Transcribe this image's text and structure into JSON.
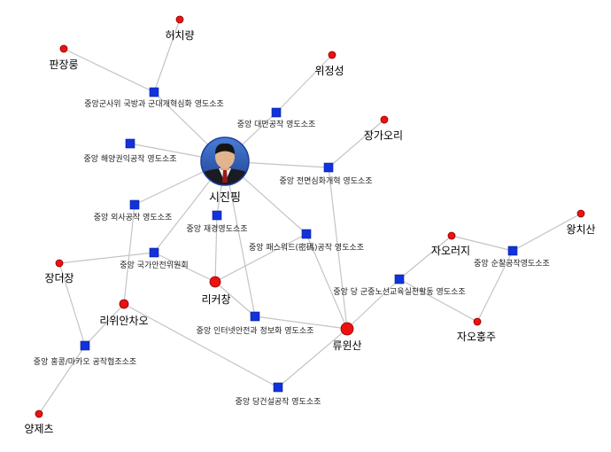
{
  "center": {
    "label": "시진핑",
    "portrait_icon": "portrait-photo-icon"
  },
  "colors": {
    "person": "#ee1111",
    "group": "#1133dd",
    "edge": "#c4c4c4",
    "portrait_ring": "#1f3f9f"
  },
  "people": [
    {
      "id": "hcl",
      "label": "허치량"
    },
    {
      "id": "pjl",
      "label": "판장룽"
    },
    {
      "id": "wjs",
      "label": "위정성"
    },
    {
      "id": "jgr",
      "label": "장가오리"
    },
    {
      "id": "wqs",
      "label": "왕치산"
    },
    {
      "id": "zlj",
      "label": "자오러지"
    },
    {
      "id": "jdj",
      "label": "장더장"
    },
    {
      "id": "lkq",
      "label": "리커창"
    },
    {
      "id": "lzs",
      "label": "리위안차오"
    },
    {
      "id": "lys",
      "label": "류윈산"
    },
    {
      "id": "zhz",
      "label": "자오훙주"
    },
    {
      "id": "yjc",
      "label": "양제츠"
    }
  ],
  "groups": [
    {
      "id": "g_mil",
      "label": "중앙군사위 국방과 군대개혁심화 영도소조"
    },
    {
      "id": "g_tw",
      "label": "중앙 대만공작 영도소조"
    },
    {
      "id": "g_sea",
      "label": "중앙 해양권익공작 영도소조"
    },
    {
      "id": "g_ref",
      "label": "중앙 전면심화개혁 영도소조"
    },
    {
      "id": "g_fa",
      "label": "중앙 외사공작 영도소조"
    },
    {
      "id": "g_fin",
      "label": "중앙 재경영도소조"
    },
    {
      "id": "g_pw",
      "label": "중앙 패스워드(密碼)공작 영도소조"
    },
    {
      "id": "g_nsc",
      "label": "중앙 국가안전위원회"
    },
    {
      "id": "g_edu",
      "label": "중앙 당 군중노선교육실천활동 영도소조"
    },
    {
      "id": "g_insp",
      "label": "중앙 순찰공작영도소조"
    },
    {
      "id": "g_net",
      "label": "중앙 인터넷안전과 정보화 영도소조"
    },
    {
      "id": "g_hk",
      "label": "중앙 홍콩/마카오 공작협조소조"
    },
    {
      "id": "g_party",
      "label": "중앙 당건설공작 영도소조"
    }
  ],
  "edges": [
    [
      "hcl",
      "g_mil"
    ],
    [
      "pjl",
      "g_mil"
    ],
    [
      "center",
      "g_mil"
    ],
    [
      "wjs",
      "g_tw"
    ],
    [
      "center",
      "g_tw"
    ],
    [
      "center",
      "g_sea"
    ],
    [
      "jgr",
      "g_ref"
    ],
    [
      "center",
      "g_ref"
    ],
    [
      "lys",
      "g_ref"
    ],
    [
      "center",
      "g_fa"
    ],
    [
      "lzs",
      "g_fa"
    ],
    [
      "center",
      "g_fin"
    ],
    [
      "lkq",
      "g_fin"
    ],
    [
      "center",
      "g_pw"
    ],
    [
      "lkq",
      "g_pw"
    ],
    [
      "lys",
      "g_pw"
    ],
    [
      "center",
      "g_nsc"
    ],
    [
      "jdj",
      "g_nsc"
    ],
    [
      "lkq",
      "g_nsc"
    ],
    [
      "lys",
      "g_edu"
    ],
    [
      "zlj",
      "g_edu"
    ],
    [
      "zhz",
      "g_edu"
    ],
    [
      "wqs",
      "g_insp"
    ],
    [
      "zlj",
      "g_insp"
    ],
    [
      "zhz",
      "g_insp"
    ],
    [
      "center",
      "g_net"
    ],
    [
      "lkq",
      "g_net"
    ],
    [
      "lys",
      "g_net"
    ],
    [
      "jdj",
      "g_hk"
    ],
    [
      "lzs",
      "g_hk"
    ],
    [
      "yjc",
      "g_hk"
    ],
    [
      "lzs",
      "g_party"
    ],
    [
      "lys",
      "g_party"
    ]
  ]
}
